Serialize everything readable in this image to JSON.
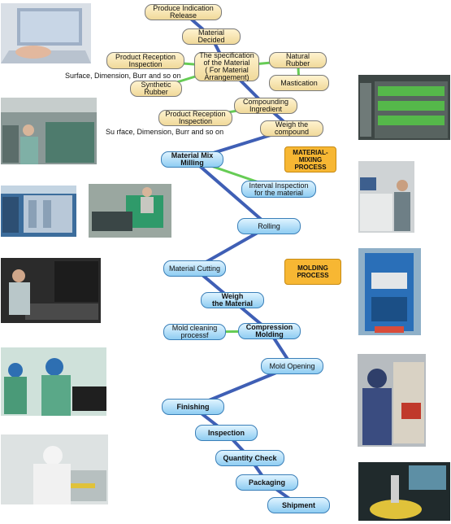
{
  "flow_nodes": {
    "produce_indication": "Produce Indication\nRelease",
    "material_decided": "Material\nDecided",
    "product_reception_1": "Product Reception\nInspection",
    "specification": "The specification\nof the Material\n( For Material\nArrangement)",
    "natural_rubber": "Natural Rubber",
    "mastication": "Mastication",
    "synthetic_rubber": "Synthetic\nRubber",
    "compounding_ingredient": "Compounding\nIngredient",
    "product_reception_2": "Product Reception\nInspection",
    "weigh_compound": "Weigh the\ncompound",
    "material_mix_milling": "Material Mix\nMilling",
    "interval_inspection": "Interval Inspection\nfor the material",
    "rolling": "Rolling",
    "material_cutting": "Material Cutting",
    "weigh_material": "Weigh\nthe Material",
    "compression_molding": "Compression\nMolding",
    "mold_cleaning": "Mold cleaning\nprocessf",
    "mold_opening": "Mold Opening",
    "finishing": "Finishing",
    "inspection": "Inspection",
    "quantity_check": "Quantity Check",
    "packaging": "Packaging",
    "shipment": "Shipment"
  },
  "notes": {
    "surface_note_1": "Surface, Dimension, Burr and so on",
    "surface_note_2": "Su   rface, Dimension, Burr and so on"
  },
  "process_tags": {
    "mixing": "MATERIAL-\nMIXING\nPROCESS",
    "molding": "MOLDING\nPROCESS"
  },
  "colors": {
    "main_line": "#3f5fb5",
    "branch_line": "#66cc55",
    "tan_node": "#f0d99a",
    "blue_node": "#8fcdf2",
    "process_tag": "#f7b733"
  }
}
